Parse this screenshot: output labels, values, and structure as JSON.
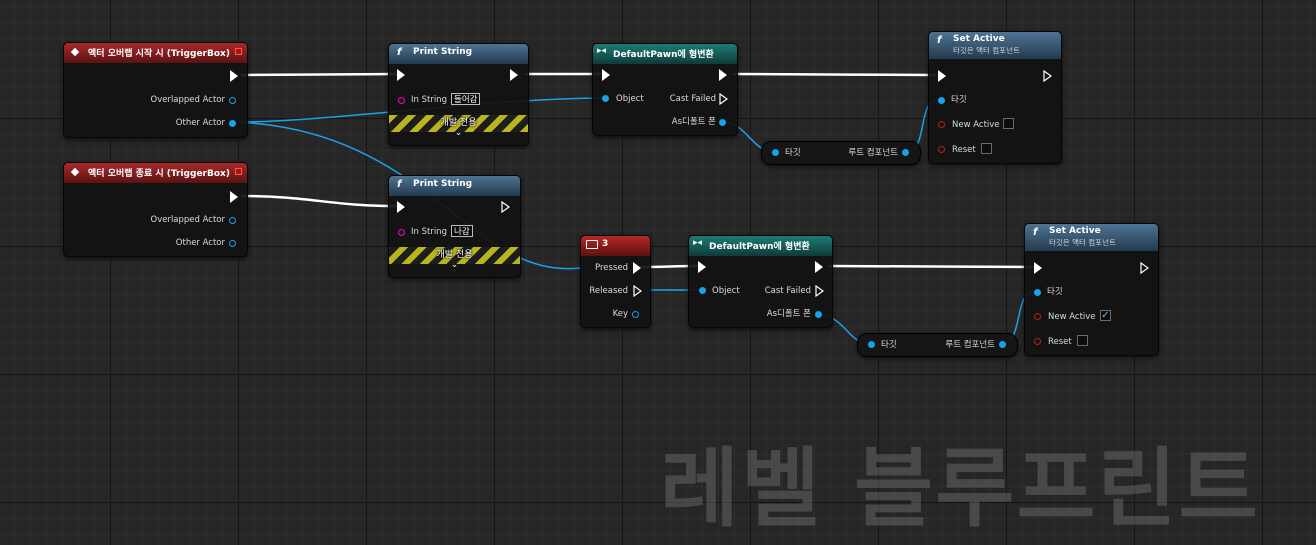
{
  "nodes": {
    "begin_overlap": {
      "title": "액터 오버랩 시작 시 (TriggerBox)",
      "pins": {
        "overlapped": "Overlapped Actor",
        "other": "Other Actor"
      }
    },
    "end_overlap": {
      "title": "액터 오버랩 종료 시 (TriggerBox)",
      "pins": {
        "overlapped": "Overlapped Actor",
        "other": "Other Actor"
      }
    },
    "print1": {
      "title": "Print String",
      "in_string_label": "In String",
      "in_string_value": "들어감",
      "dev_only": "개발 전용"
    },
    "print2": {
      "title": "Print String",
      "in_string_label": "In String",
      "in_string_value": "나감",
      "dev_only": "개발 전용"
    },
    "cast1": {
      "title": "DefaultPawn에 형변환",
      "object": "Object",
      "cast_failed": "Cast Failed",
      "as_default_pawn": "As디폴트 폰"
    },
    "cast2": {
      "title": "DefaultPawn에 형변환",
      "object": "Object",
      "cast_failed": "Cast Failed",
      "as_default_pawn": "As디폴트 폰"
    },
    "set_active1": {
      "title": "Set Active",
      "subtitle": "타깃은 액터 컴포넌트",
      "target": "타깃",
      "new_active": "New Active",
      "reset": "Reset",
      "new_active_checked": false
    },
    "set_active2": {
      "title": "Set Active",
      "subtitle": "타깃은 액터 컴포넌트",
      "target": "타깃",
      "new_active": "New Active",
      "reset": "Reset",
      "new_active_checked": true
    },
    "key3": {
      "title": "3",
      "pressed": "Pressed",
      "released": "Released",
      "key": "Key"
    },
    "get_comp1": {
      "target": "타깃",
      "component": "루트 컴포넌트"
    },
    "get_comp2": {
      "target": "타깃",
      "component": "루트 컴포넌트"
    }
  },
  "checkmark": "✓",
  "chevron": "⌄",
  "watermark": "레벨 블루프린트",
  "colors": {
    "exec": "#ffffff",
    "object": "#1aa2e8",
    "string": "#ff00c8",
    "bool": "#c81818"
  }
}
